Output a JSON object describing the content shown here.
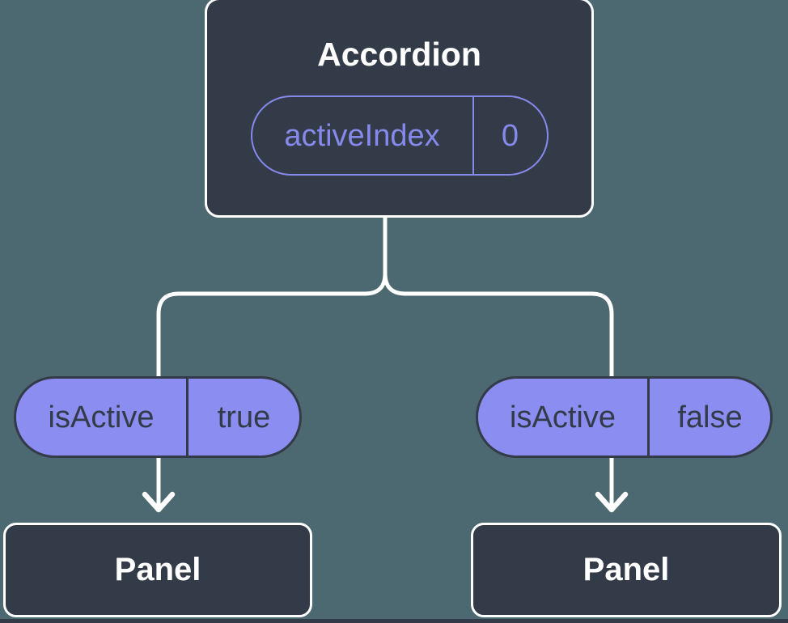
{
  "diagram": {
    "root": {
      "title": "Accordion",
      "state": {
        "name": "activeIndex",
        "value": "0"
      }
    },
    "branches": [
      {
        "prop_name": "isActive",
        "prop_value": "true",
        "child_title": "Panel"
      },
      {
        "prop_name": "isActive",
        "prop_value": "false",
        "child_title": "Panel"
      }
    ]
  },
  "colors": {
    "background": "#4c6870",
    "node_fill": "#343b48",
    "node_border": "#ffffff",
    "connector": "#ffffff",
    "pill_fill": "#8b8df1",
    "pill_outline": "#8689ec",
    "pill_text_dark": "#343b48"
  }
}
